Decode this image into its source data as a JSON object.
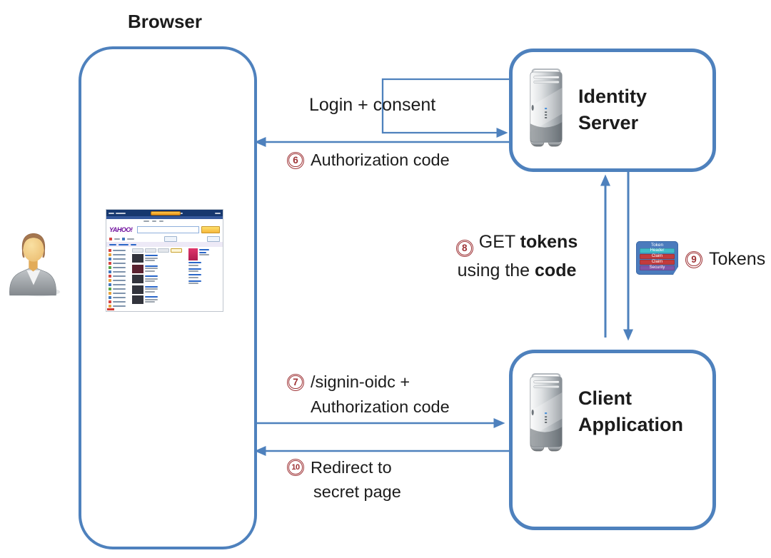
{
  "diagram": {
    "nodes": {
      "browser": {
        "label": "Browser"
      },
      "identity_server": {
        "label": "Identity Server"
      },
      "client_application": {
        "label": "Client Application"
      }
    },
    "labels": {
      "login_consent": "Login + consent",
      "step6": {
        "number": "6",
        "text": "Authorization code"
      },
      "step7": {
        "number": "7",
        "line1": "/signin-oidc +",
        "line2": "Authorization code"
      },
      "step8": {
        "number": "8",
        "regular1": "GET",
        "bold1": "tokens",
        "regular2": "using the",
        "bold2": "code"
      },
      "step9": {
        "number": "9",
        "text": "Tokens"
      },
      "step10": {
        "number": "10",
        "line1": "Redirect to",
        "line2": "secret page"
      }
    },
    "token_icon": {
      "title": "Token",
      "rows": [
        {
          "label": "Header",
          "color": "#41BCCB"
        },
        {
          "label": "Claim",
          "color": "#C23B3D"
        },
        {
          "label": "Claim",
          "color": "#C23B3D"
        },
        {
          "label": "Security",
          "color": "#7F55A8"
        }
      ]
    },
    "yahoo_thumbnail": {
      "logo": "YAHOO!"
    },
    "colors": {
      "accent_blue": "#4E81BD",
      "step_number_red": "#9E3235",
      "text_black": "#1C1C1C"
    }
  }
}
